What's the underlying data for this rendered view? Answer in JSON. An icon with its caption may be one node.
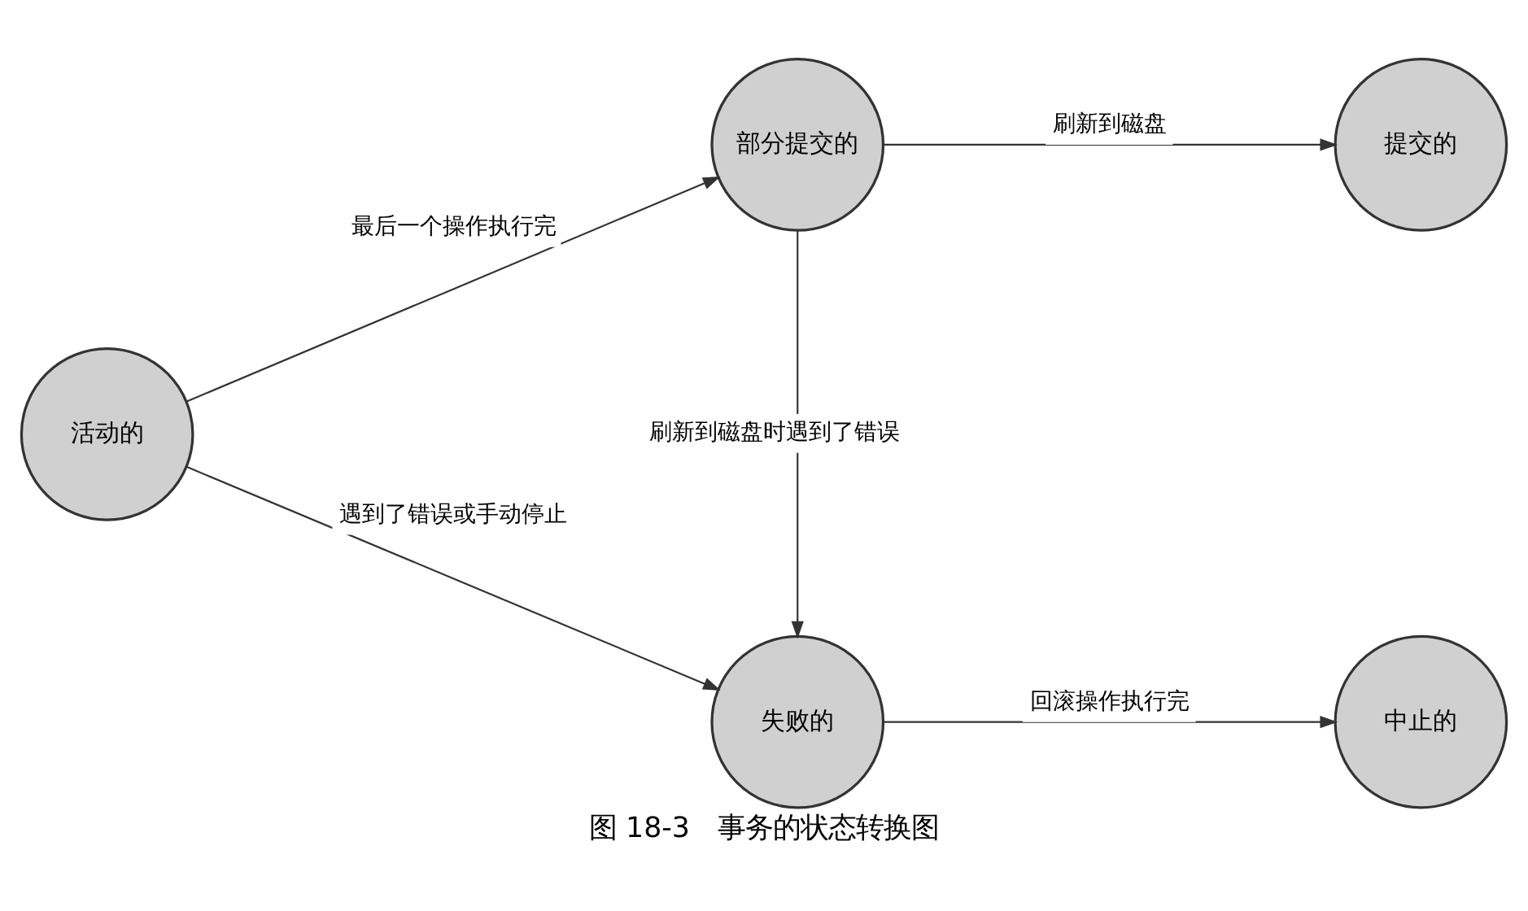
{
  "diagram": {
    "caption": "图 18-3　事务的状态转换图",
    "nodes": [
      {
        "text": [
          "活动的"
        ]
      },
      {
        "text": [
          "部分提交的"
        ]
      },
      {
        "text": [
          "提交的"
        ]
      },
      {
        "text": [
          "失败的"
        ]
      },
      {
        "text": [
          "中止的"
        ]
      }
    ],
    "edges": [
      {
        "from": 0,
        "to": 1,
        "arrow": "to",
        "label": "最后一个操作执行完"
      },
      {
        "from": 1,
        "to": 2,
        "arrow": "to",
        "label": "刷新到磁盘"
      },
      {
        "from": 1,
        "to": 3,
        "arrow": "to",
        "label": "刷新到磁盘时遇到了错误"
      },
      {
        "from": 0,
        "to": 3,
        "arrow": "to",
        "label": "遇到了错误或手动停止"
      },
      {
        "from": 3,
        "to": 4,
        "arrow": "to",
        "label": "回滚操作执行完"
      }
    ]
  }
}
